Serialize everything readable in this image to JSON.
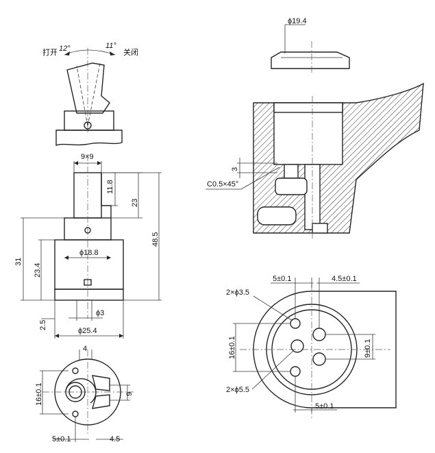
{
  "labels": {
    "open": "打开",
    "open_angle": "12°",
    "close_angle": "11°",
    "close": "关闭",
    "d_9x9": "9×9",
    "d_11_8": "11.8",
    "d_23": "23",
    "d_48_5": "48.5",
    "d_31": "31",
    "d_23_4": "23.4",
    "d_phi18_8": "ϕ18.8",
    "d_phi3": "ϕ3",
    "d_2_5": "2.5",
    "d_phi25_4": "ϕ25.4",
    "d_4": "4",
    "d_16pm": "16±0.1",
    "d_9": "9",
    "d_5pm": "5±0.1",
    "d_4_5": "4.5",
    "d_phi19_4": "ϕ19.4",
    "d_3": "3",
    "d_c05": "C0.5×45°",
    "d_5pm_top": "5±0.1",
    "d_4_5pm": "4.5±0.1",
    "d_2x3_5": "2×ϕ3.5",
    "d_16pm_r": "16±0.1",
    "d_9pm": "9±0.1",
    "d_2x5_5": "2×ϕ5.5",
    "d_5pm_bot": "5±0.1"
  }
}
